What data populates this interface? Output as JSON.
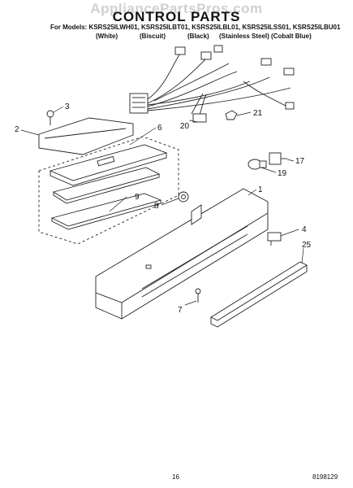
{
  "watermark": "AppliancePartsPros.com",
  "title": "CONTROL PARTS",
  "models_line": "For Models: KSRS25ILWH01, KSRS25ILBT01, KSRS25ILBL01, KSRS25ILSS01, KSRS25ILBU01",
  "colors": [
    "(White)",
    "(Biscuit)",
    "(Black)",
    "(Stainless Steel)",
    "(Cobalt Blue)"
  ],
  "callouts": {
    "c1": "1",
    "c2": "2",
    "c3": "3",
    "c4": "4",
    "c6": "6",
    "c7": "7",
    "c8": "8",
    "c9": "9",
    "c17": "17",
    "c19": "19",
    "c20": "20",
    "c21": "21",
    "c25": "25"
  },
  "footer": {
    "page_number": "16",
    "doc_number": "8198129"
  }
}
